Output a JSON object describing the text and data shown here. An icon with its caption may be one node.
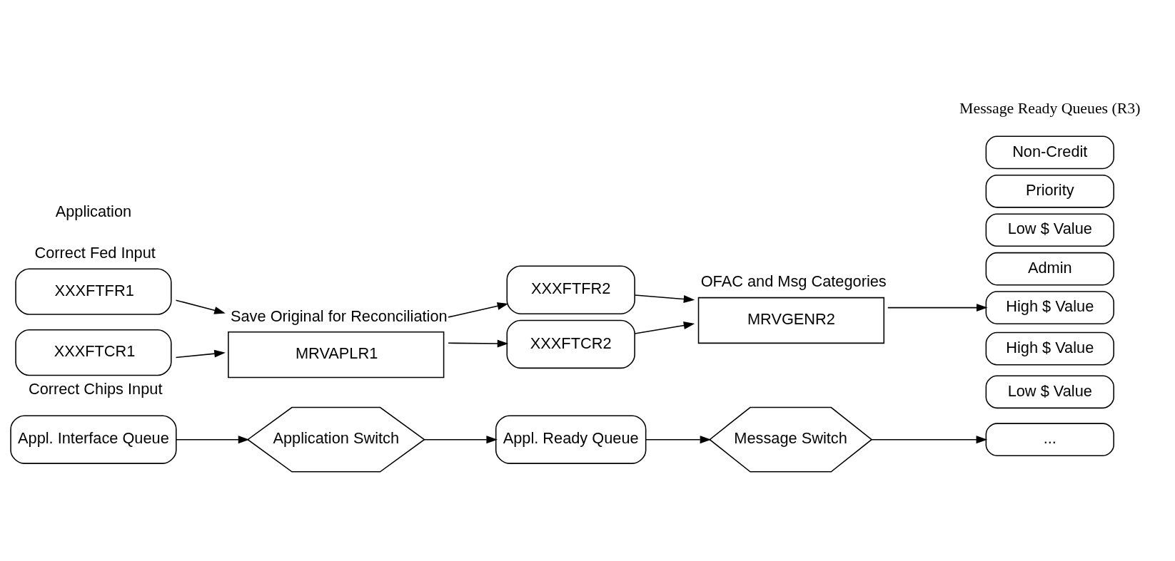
{
  "diagram": {
    "nodes": [
      {
        "text": [
          "Appl. Interface Queue"
        ]
      },
      {
        "text": [
          "Application Switch"
        ]
      },
      {
        "text": [
          "Appl. Ready Queue"
        ]
      },
      {
        "text": [
          "Message Switch"
        ]
      },
      {
        "text": [
          "Low $ Value"
        ]
      },
      {
        "text": [
          "..."
        ]
      },
      {
        "text": [
          "High $ Value"
        ]
      },
      {
        "text": [
          "XXXFTFR1"
        ],
        "beside": [
          "Correct Fed Input"
        ]
      },
      {
        "text": [
          "XXXFTCR1"
        ],
        "beside": [
          "Correct Chips Input"
        ]
      },
      {
        "text": [
          "Save Original for Reconciliation",
          "MRVAPLR1"
        ]
      },
      {
        "text": [
          "XXXFTFR2"
        ]
      },
      {
        "text": [
          "XXXFTCR2"
        ]
      },
      {
        "text": [
          "OFAC and Msg Categories",
          "MRVGENR2"
        ]
      },
      {
        "text": [
          "Admin"
        ]
      },
      {
        "text": [
          "Low $ Value"
        ]
      },
      {
        "text": [
          "High $ Value"
        ]
      },
      {
        "text": [
          "Priority"
        ]
      },
      {
        "text": [
          "Non-Credit"
        ]
      }
    ],
    "edges": [
      {
        "from": 0,
        "to": 1,
        "arrow": "to"
      },
      {
        "from": 1,
        "to": 2,
        "arrow": "to"
      },
      {
        "from": 2,
        "to": 3,
        "arrow": "to"
      },
      {
        "from": 3,
        "to": 5,
        "arrow": "to"
      },
      {
        "from": 7,
        "to": 9,
        "arrow": "to"
      },
      {
        "from": 8,
        "to": 9,
        "arrow": "to"
      },
      {
        "from": 9,
        "to": 10,
        "arrow": "to"
      },
      {
        "from": 9,
        "to": 11,
        "arrow": "to"
      },
      {
        "from": 10,
        "to": 12,
        "arrow": "to"
      },
      {
        "from": 11,
        "to": 12,
        "arrow": "to"
      },
      {
        "from": 12,
        "to": 15,
        "arrow": "to"
      }
    ],
    "labels": [
      "Message Ready Queues (R3)",
      "Application"
    ]
  }
}
